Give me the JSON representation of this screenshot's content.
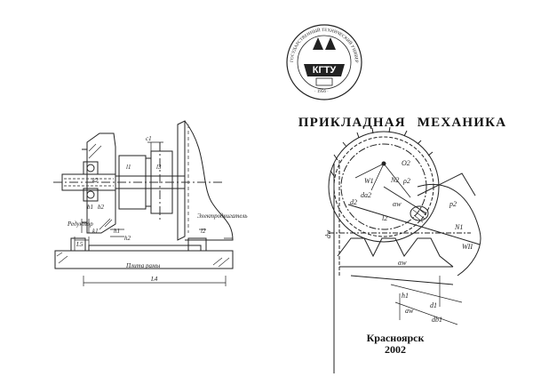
{
  "cover": {
    "title": "ПРИКЛАДНАЯ   МЕХАНИКА",
    "city": "Красноярск",
    "year": "2002"
  },
  "logo": {
    "emblem": "КГТУ",
    "ring_text": "ГОСУДАРСТВЕННЫЙ ТЕХНИЧЕСКИЙ УНИВЕРСИТЕТ КРАСНОЯРСКИЙ",
    "founded": "· 1956 ·"
  },
  "assembly_drawing": {
    "labels": {
      "reducer": "Редуктор",
      "motor": "Электродвигатель",
      "frame": "Плита рамы",
      "c1": "c1",
      "l1": "l1",
      "l2": "l2",
      "l3": "l3",
      "l4": "L4",
      "h1": "h1",
      "h2": "h2",
      "l5": "L5",
      "b1": "b1",
      "b2": "b2",
      "k1": "k1",
      "k2": "k2"
    }
  },
  "gear_diagram": {
    "labels": {
      "o2": "O2",
      "n2": "N2",
      "w1": "W1",
      "rho2": "ρ2",
      "da2": "da2",
      "d2": "d2",
      "alpha_w": "αw",
      "l2": "l2",
      "p2": "p2",
      "dw": "dw",
      "n1": "N1",
      "wii": "WII",
      "h1": "h1",
      "d1": "d1",
      "db1": "db1",
      "aw": "aw",
      "alpha_w2": "αw"
    }
  }
}
